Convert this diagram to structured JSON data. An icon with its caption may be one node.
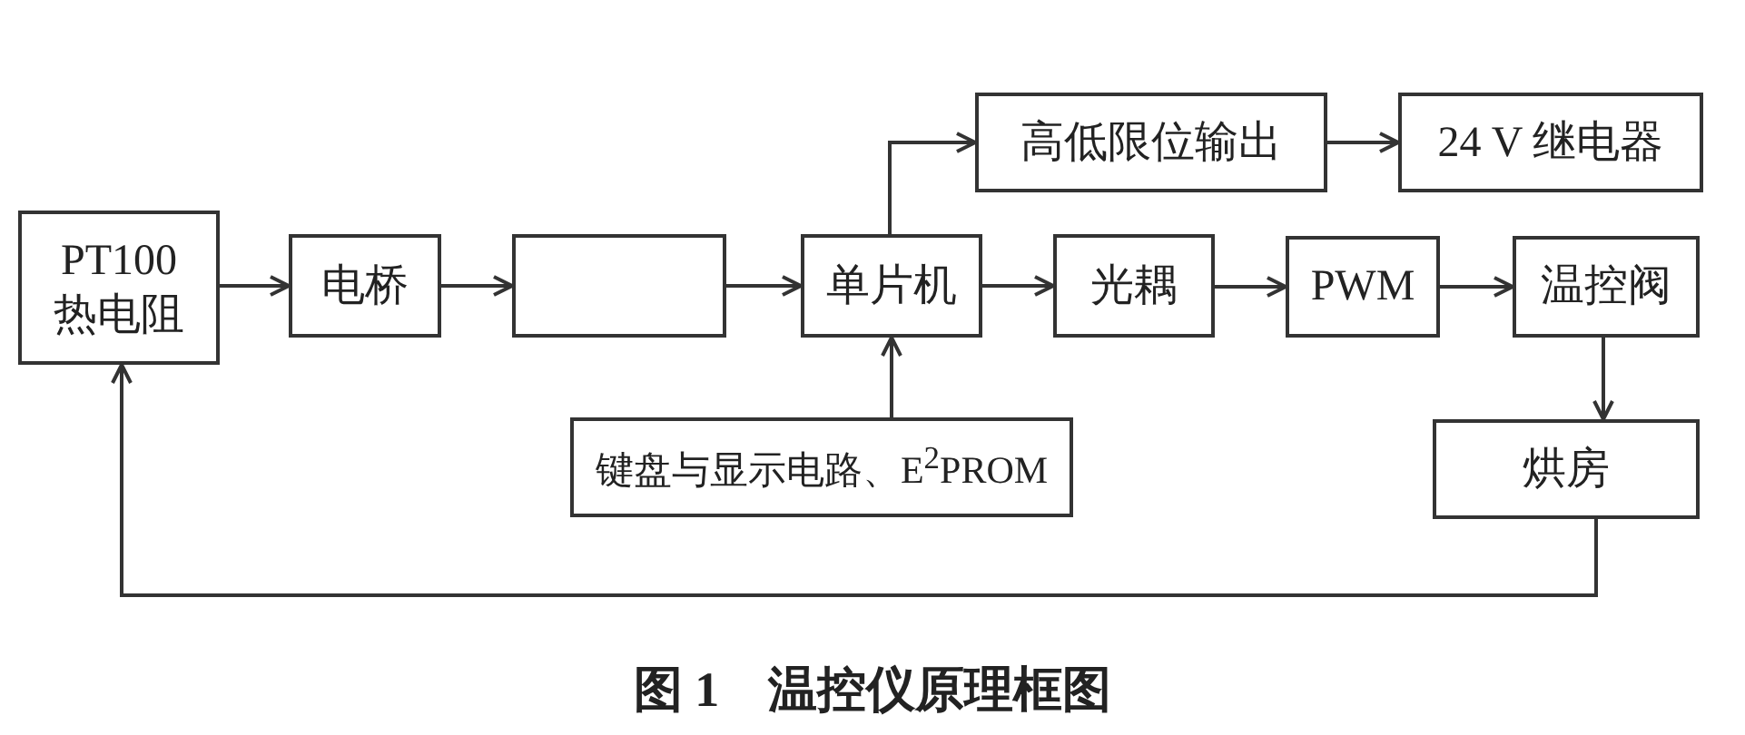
{
  "diagram": {
    "caption": "图 1　温控仪原理框图",
    "nodes": [
      {
        "text": [
          "PT100 热电阻"
        ]
      },
      {
        "text": [
          "电桥"
        ]
      },
      {
        "text": [],
        "shape": "box"
      },
      {
        "text": [
          "单片机"
        ]
      },
      {
        "text": [
          "高低限位输出"
        ]
      },
      {
        "text": [
          "24 V 继电器"
        ]
      },
      {
        "text": [
          "光耦"
        ]
      },
      {
        "text": [
          "PWM"
        ]
      },
      {
        "text": [
          "温控阀"
        ]
      },
      {
        "text": [
          "键盘与显示电路、E$^{2}$PROM"
        ]
      },
      {
        "text": [
          "烘房"
        ]
      }
    ],
    "edges": [
      {
        "from": 0,
        "to": 1,
        "arrow": "to"
      },
      {
        "from": 1,
        "to": 2,
        "arrow": "to"
      },
      {
        "from": 2,
        "to": 3,
        "arrow": "to"
      },
      {
        "from": 3,
        "to": 4,
        "arrow": "to"
      },
      {
        "from": 4,
        "to": 5,
        "arrow": "to"
      },
      {
        "from": 3,
        "to": 6,
        "arrow": "to"
      },
      {
        "from": 6,
        "to": 7,
        "arrow": "to"
      },
      {
        "from": 7,
        "to": 8,
        "arrow": "to"
      },
      {
        "from": 8,
        "to": 10,
        "arrow": "to"
      },
      {
        "from": 9,
        "to": 3,
        "arrow": "to"
      },
      {
        "from": 10,
        "to": 0,
        "arrow": "to"
      }
    ]
  }
}
